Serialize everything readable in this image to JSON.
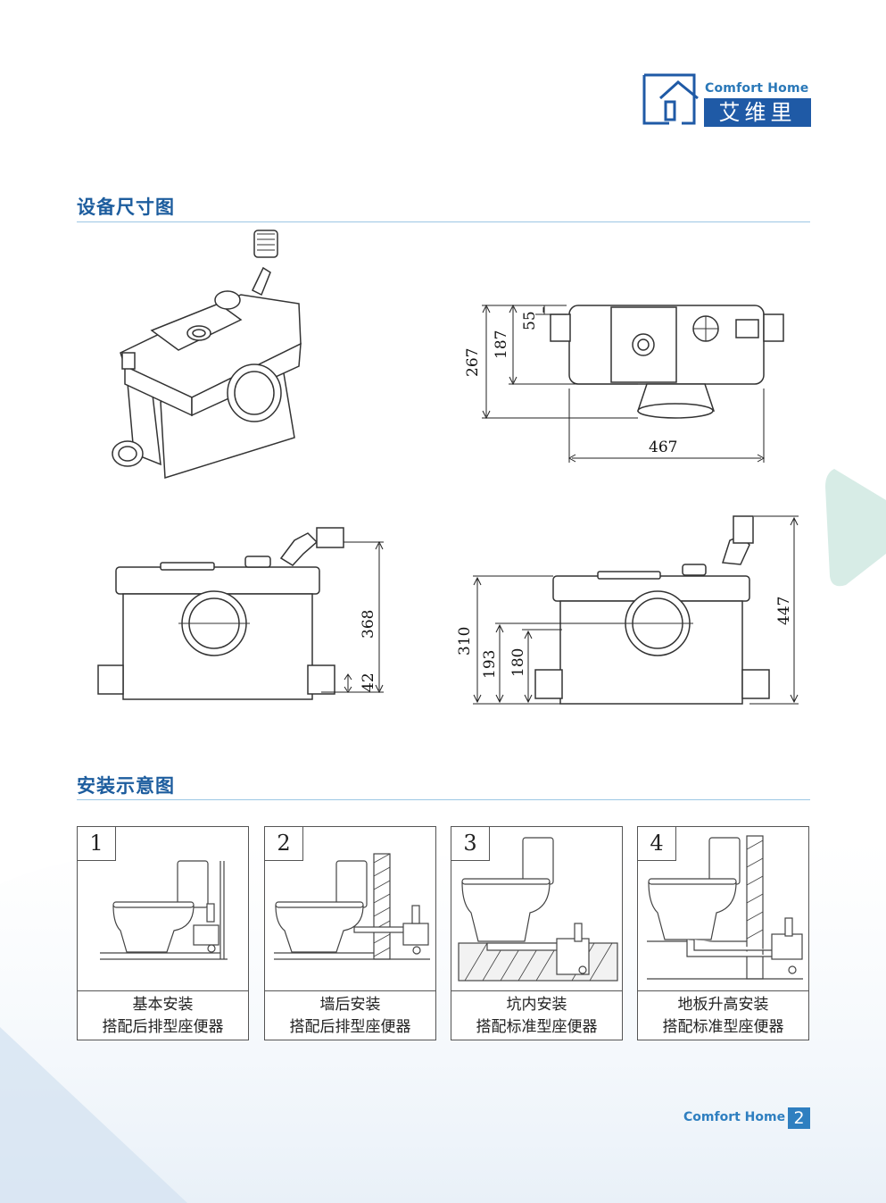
{
  "brand": {
    "name_en": "Comfort Home",
    "name_cn": "艾维里"
  },
  "sections": {
    "dimensions_title": "设备尺寸图",
    "installation_title": "安装示意图"
  },
  "dimensions": {
    "top_view": {
      "d55": "55",
      "d187": "187",
      "d267": "267",
      "d467": "467"
    },
    "front_view": {
      "d368": "368",
      "d42": "42"
    },
    "side_view": {
      "d310": "310",
      "d193": "193",
      "d180": "180",
      "d447": "447"
    }
  },
  "installation": [
    {
      "num": "1",
      "line1": "基本安装",
      "line2": "搭配后排型座便器"
    },
    {
      "num": "2",
      "line1": "墙后安装",
      "line2": "搭配后排型座便器"
    },
    {
      "num": "3",
      "line1": "坑内安装",
      "line2": "搭配标准型座便器"
    },
    {
      "num": "4",
      "line1": "地板升高安装",
      "line2": "搭配标准型座便器"
    }
  ],
  "footer": {
    "brand": "Comfort Home",
    "page": "2"
  },
  "colors": {
    "accent": "#1d5d9e",
    "brand_blue": "#2f7fc0",
    "rule": "#9cc7e4"
  }
}
